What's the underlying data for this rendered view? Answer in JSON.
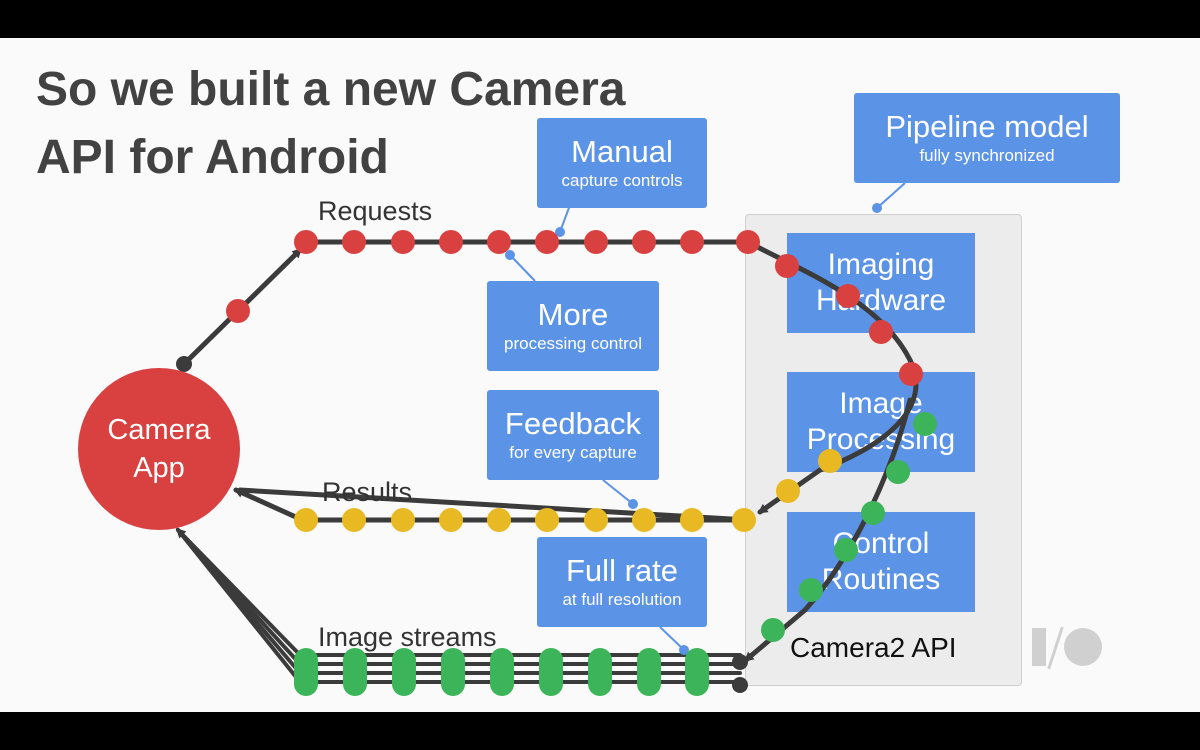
{
  "slide": {
    "title_line1": "So we built a new Camera",
    "title_line2": "API for Android"
  },
  "diagram": {
    "app": {
      "line1": "Camera",
      "line2": "App"
    },
    "flows": {
      "requests": "Requests",
      "results": "Results",
      "image_streams": "Image streams"
    },
    "camera2": {
      "label": "Camera2 API",
      "blocks": [
        {
          "line1": "Imaging",
          "line2": "Hardware"
        },
        {
          "line1": "Image",
          "line2": "Processing"
        },
        {
          "line1": "Control",
          "line2": "Routines"
        }
      ]
    },
    "callouts": {
      "manual": {
        "title": "Manual",
        "subtitle": "capture controls"
      },
      "pipeline": {
        "title": "Pipeline model",
        "subtitle": "fully synchronized"
      },
      "more": {
        "title": "More",
        "subtitle": "processing control"
      },
      "feedback": {
        "title": "Feedback",
        "subtitle": "for every capture"
      },
      "full_rate": {
        "title": "Full rate",
        "subtitle": "at full resolution"
      }
    },
    "colors": {
      "request_dot": "#d94040",
      "result_dot": "#e8b923",
      "stream_dot": "#3cb55a",
      "callout": "#5b93e6",
      "track": "#3b3b3b",
      "camera2_panel": "#ececec"
    }
  },
  "branding": {
    "logo": "I/O"
  }
}
